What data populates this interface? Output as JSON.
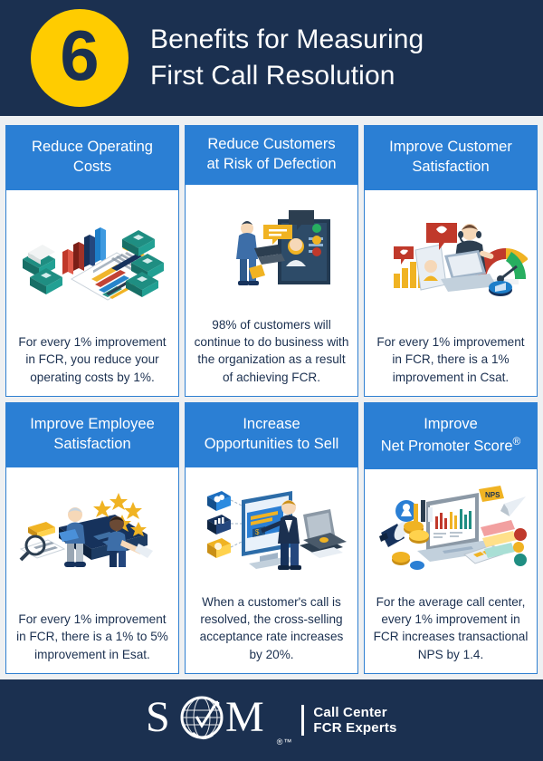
{
  "header": {
    "badge_number": "6",
    "title_line1": "Benefits for Measuring",
    "title_line2": "First Call Resolution"
  },
  "colors": {
    "header_bg": "#1b3050",
    "badge_yellow": "#ffcc00",
    "card_header_blue": "#2b7fd4",
    "card_border_blue": "#2f7fd1",
    "page_bg": "#eef0f2",
    "body_text": "#1b3050"
  },
  "cards": [
    {
      "title_line1": "Reduce Operating",
      "title_line2": "Costs",
      "illustration": "cost-analysis-icon",
      "text": "For every 1% improvement in FCR, you reduce your operating costs by 1%."
    },
    {
      "title_line1": "Reduce Customers",
      "title_line2": "at Risk of Defection",
      "illustration": "agent-mobile-chat-icon",
      "text": "98% of customers will continue to do business with the organization as a result of achieving FCR."
    },
    {
      "title_line1": "Improve Customer",
      "title_line2": "Satisfaction",
      "illustration": "customer-satisfaction-gauge-icon",
      "text": "For every 1% improvement in FCR, there is a 1% improvement in Csat."
    },
    {
      "title_line1": "Improve Employee",
      "title_line2": "Satisfaction",
      "illustration": "employee-rating-stars-icon",
      "text": "For every 1% improvement in FCR, there is a 1% to 5% improvement in Esat."
    },
    {
      "title_line1": "Increase",
      "title_line2": "Opportunities to Sell",
      "illustration": "product-offer-presentation-icon",
      "text": "When a customer's call is resolved, the cross-selling acceptance rate increases by 20%."
    },
    {
      "title_line1": "Improve",
      "title_line2": "Net Promoter Score",
      "title_suffix": "®",
      "illustration": "nps-laptop-megaphone-icon",
      "text": "For the average call center, every 1% improvement in FCR increases transactional NPS by 1.4."
    }
  ],
  "footer": {
    "logo_text": "SQM",
    "logo_marks": "®™",
    "tagline_line1": "Call Center",
    "tagline_line2": "FCR Experts"
  }
}
